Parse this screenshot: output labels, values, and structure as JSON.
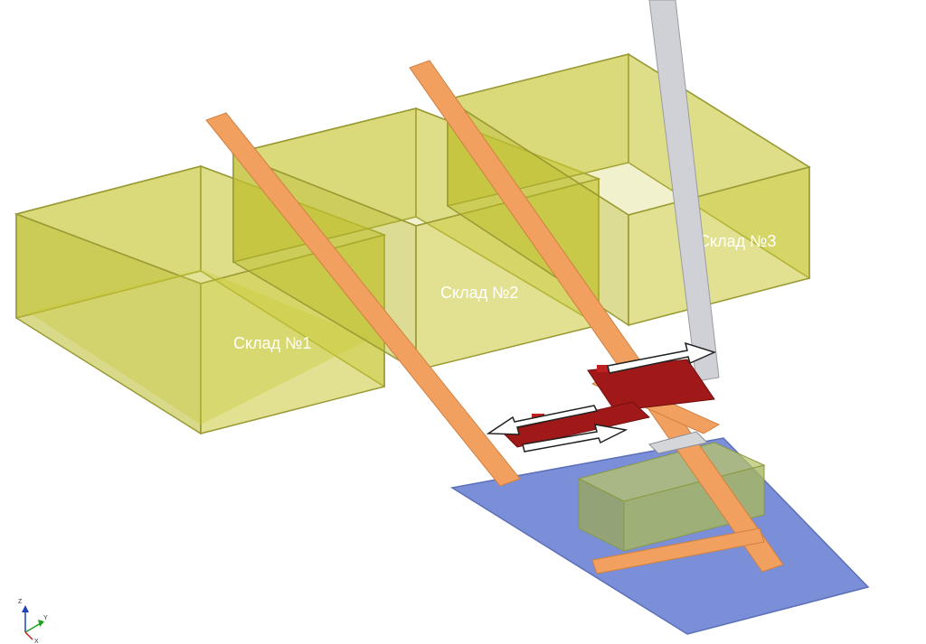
{
  "warehouses": [
    {
      "id": 1,
      "label": "Склад №1"
    },
    {
      "id": 2,
      "label": "Склад №2"
    },
    {
      "id": 3,
      "label": "Склад №3"
    }
  ],
  "axes": {
    "z": "Z",
    "y": "Y",
    "x": "X"
  },
  "colors": {
    "warehouse_fill": "#c8c837",
    "warehouse_edge": "#9a9a35",
    "rail": "#f2a060",
    "platform": "#7a8fd8",
    "arm": "#cfd1d6",
    "carriage": "#a11818",
    "cargo": "#a0b060",
    "background": "#ffffff"
  }
}
